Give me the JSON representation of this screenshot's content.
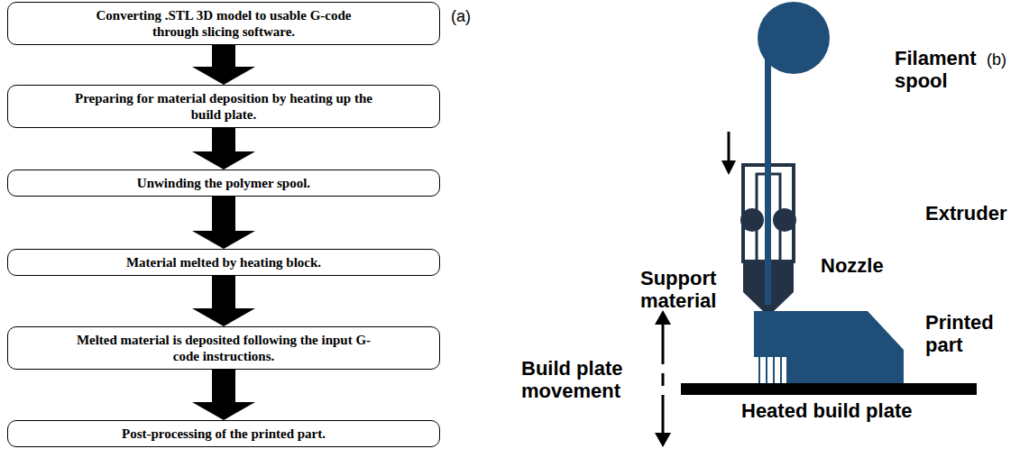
{
  "diagram": {
    "nodes": [
      {
        "text": [
          "Converting .STL 3D model to usable G-code through slicing software."
        ]
      },
      {
        "text": [
          "Preparing for material deposition by heating up the build plate."
        ]
      },
      {
        "text": [
          "Unwinding the polymer spool."
        ]
      },
      {
        "text": [
          "Material melted by heating block."
        ]
      },
      {
        "text": [
          "Melted material is deposited following the input G-code instructions."
        ]
      },
      {
        "text": [
          "Post-processing of the printed part."
        ]
      }
    ],
    "edges": [
      {
        "from": 0,
        "to": 1,
        "arrow": "to"
      },
      {
        "from": 1,
        "to": 2,
        "arrow": "to"
      },
      {
        "from": 2,
        "to": 3,
        "arrow": "to"
      },
      {
        "from": 3,
        "to": 4,
        "arrow": "to"
      },
      {
        "from": 4,
        "to": 5,
        "arrow": "to"
      }
    ],
    "labels": [
      "(a)",
      "(b)",
      "Filament spool",
      "Extruder",
      "Nozzle",
      "Support material",
      "Printed part",
      "Build plate movement",
      "Heated build plate"
    ]
  }
}
